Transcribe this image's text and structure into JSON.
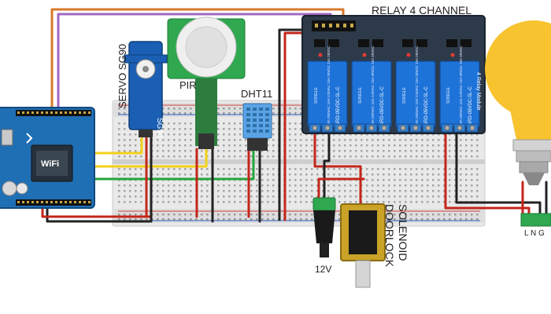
{
  "labels": {
    "relay_title": "RELAY 4 CHANNEL",
    "servo": "SERVO SG90",
    "servo_chip": "SG90",
    "pir": "PIR",
    "dht": "DHT11",
    "solenoid_line1": "SOLENOID",
    "solenoid_line2": "DOORLOCK",
    "voltage": "12V",
    "terminal": "L N G",
    "board_text": "WiFi",
    "relay_module": "4 Relay Module",
    "relay_part": "SRD-05VDC-SL-C",
    "relay_spec": "10A 250VAC 10A 125VAC 10A 30VDC 10A 28VDC",
    "relay_brand": "SONGLE"
  },
  "colors": {
    "board": "#1f6fb5",
    "relay_module": "#2d3a4a",
    "relay": "#1e73d8",
    "servo": "#1a5fb4",
    "breadboard": "#dadada",
    "wire_red": "#c3261b",
    "wire_yellow": "#f2d21a",
    "wire_green": "#25a53a",
    "wire_black": "#222222",
    "wire_orange": "#d9782a",
    "wire_purple": "#a368c2",
    "bulb": "#f7c32e"
  }
}
